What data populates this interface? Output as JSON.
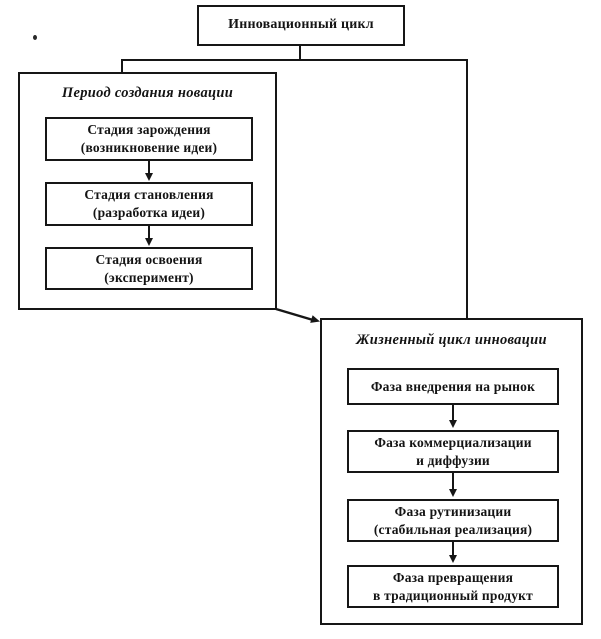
{
  "diagram": {
    "title_box": "Инновационный цикл",
    "ink_color": "#161616",
    "background": "#ffffff"
  },
  "left_group": {
    "title": "Период создания новации",
    "boxes": [
      {
        "line1": "Стадия зарождения",
        "line2": "(возникновение идеи)"
      },
      {
        "line1": "Стадия становления",
        "line2": "(разработка идеи)"
      },
      {
        "line1": "Стадия освоения",
        "line2": "(эксперимент)"
      }
    ]
  },
  "right_group": {
    "title": "Жизненный цикл инновации",
    "boxes": [
      {
        "line1": "Фаза внедрения на рынок",
        "line2": ""
      },
      {
        "line1": "Фаза коммерциализации",
        "line2": "и диффузии"
      },
      {
        "line1": "Фаза рутинизации",
        "line2": "(стабильная реализация)"
      },
      {
        "line1": "Фаза превращения",
        "line2": "в традиционный продукт"
      }
    ]
  }
}
